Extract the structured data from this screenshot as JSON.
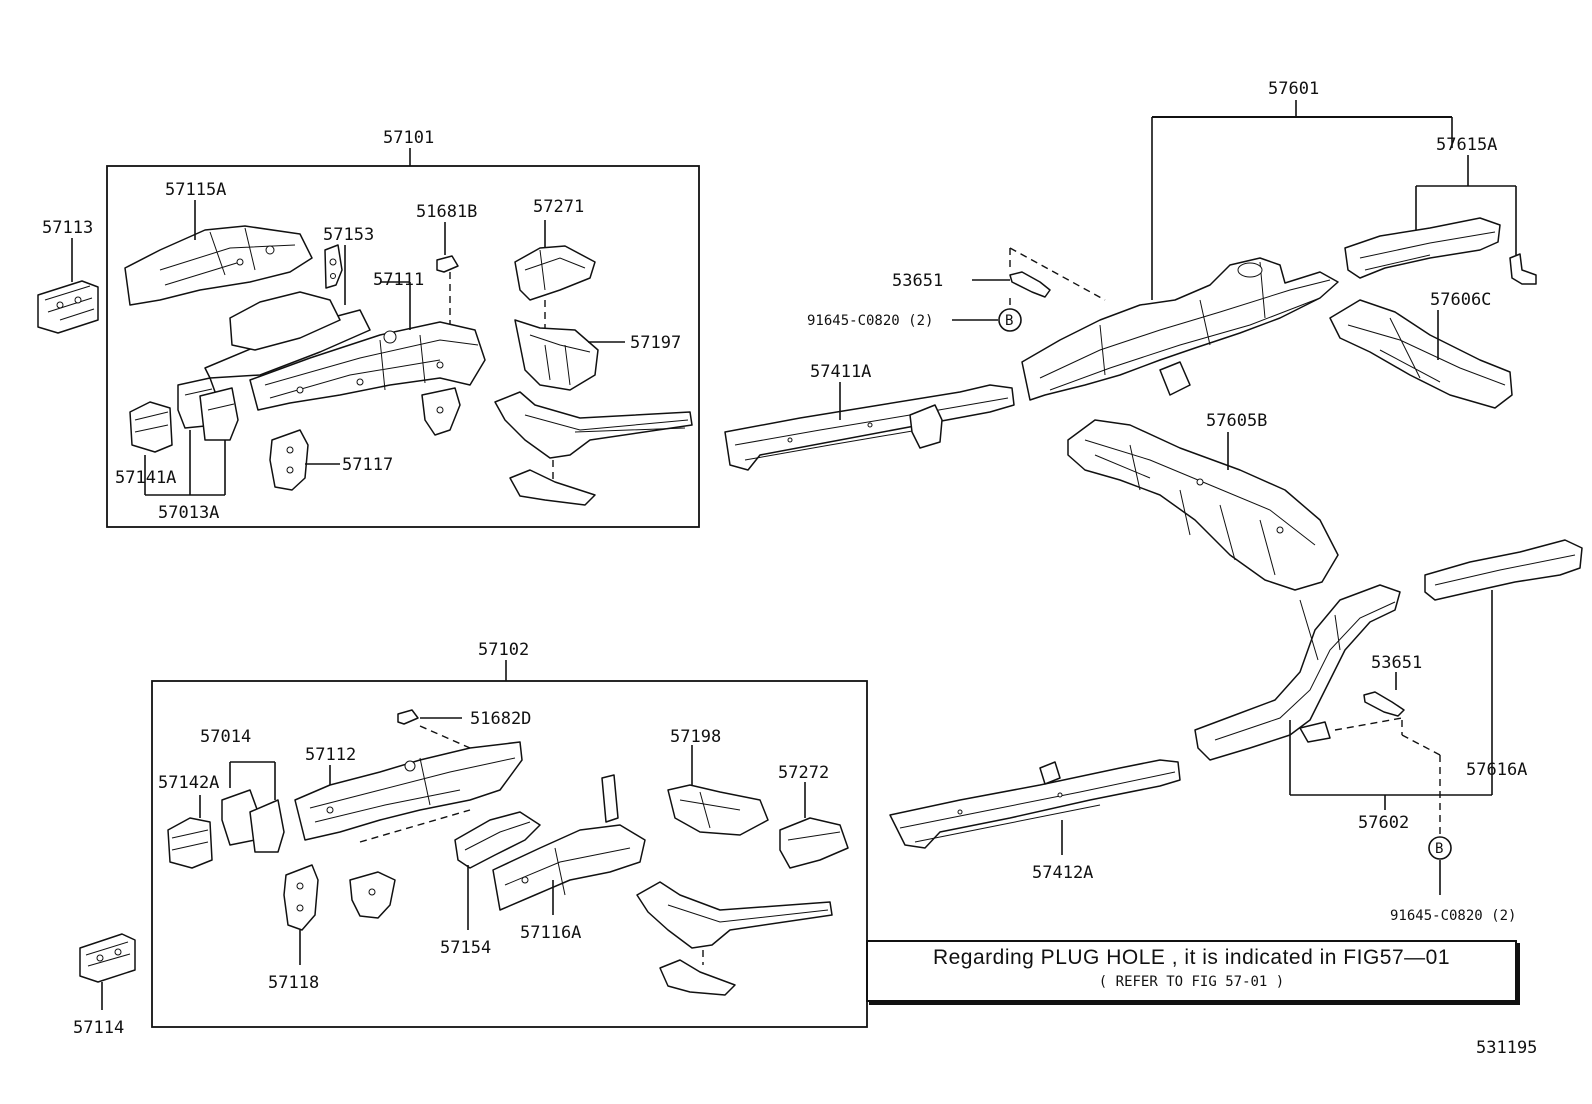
{
  "labels": {
    "p57101": "57101",
    "p57113": "57113",
    "p57115A": "57115A",
    "p57153": "57153",
    "p51681B": "51681B",
    "p57271": "57271",
    "p57111": "57111",
    "p57197": "57197",
    "p57141A": "57141A",
    "p57013A": "57013A",
    "p57117": "57117",
    "p57102": "57102",
    "p51682D": "51682D",
    "p57014": "57014",
    "p57142A": "57142A",
    "p57112": "57112",
    "p57198": "57198",
    "p57272": "57272",
    "p57154": "57154",
    "p57116A": "57116A",
    "p57118": "57118",
    "p57114": "57114",
    "p57601": "57601",
    "p57615A": "57615A",
    "p53651a": "53651",
    "p91645a": "91645-C0820 (2)",
    "p57606C": "57606C",
    "p57411A": "57411A",
    "p57605B": "57605B",
    "p53651b": "53651",
    "p57616A": "57616A",
    "p57602": "57602",
    "p91645b": "91645-C0820 (2)",
    "p57412A": "57412A",
    "markerB1": "B",
    "markerB2": "B"
  },
  "note": {
    "line1": "Regarding PLUG HOLE , it is indicated in FIG57—01",
    "line2": "( REFER TO FIG 57-01 )"
  },
  "figure_number": "531195"
}
